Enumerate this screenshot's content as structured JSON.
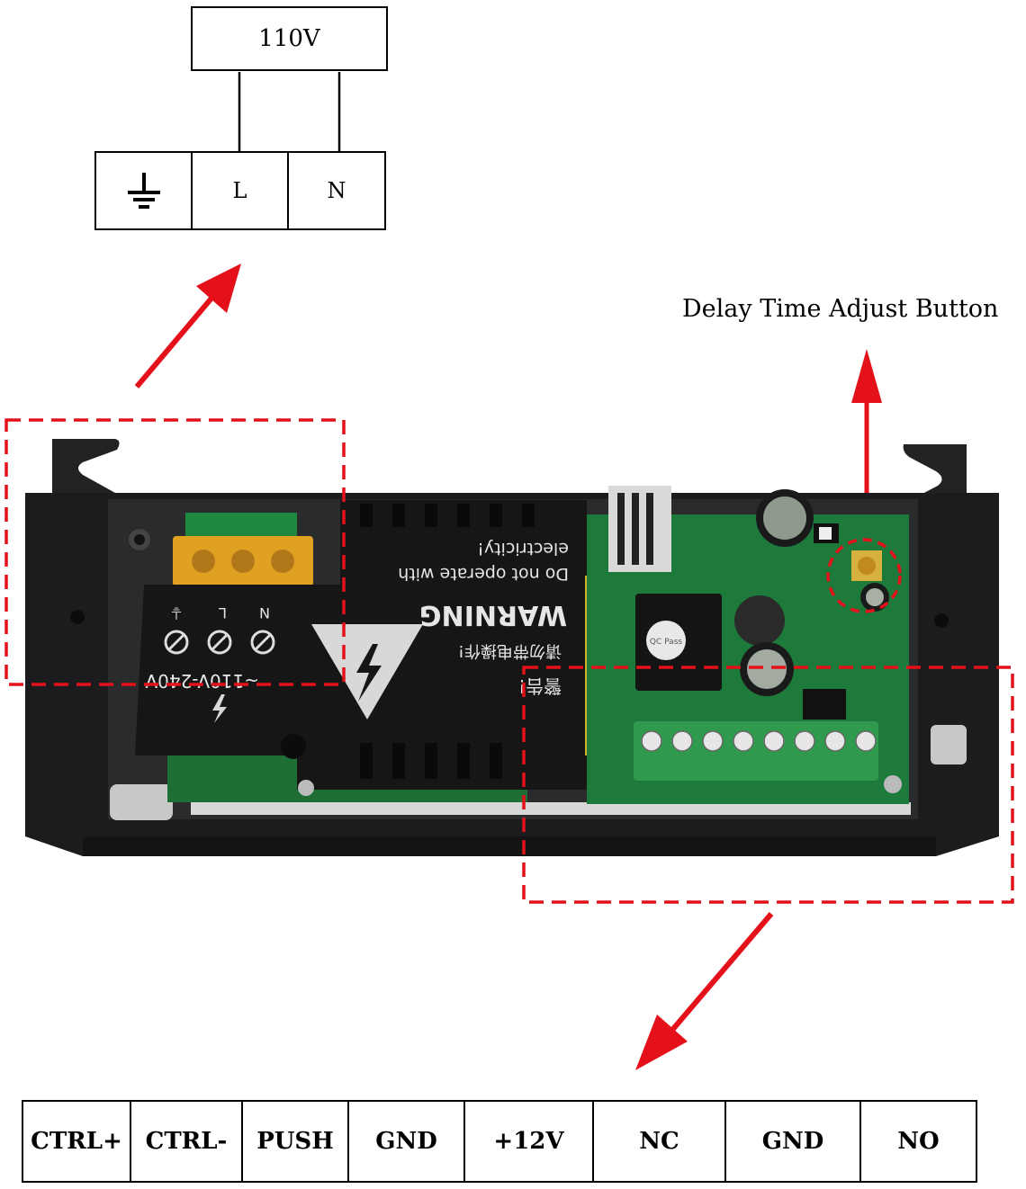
{
  "power_source": {
    "label": "110V"
  },
  "input_terminals": [
    {
      "label": ""
    },
    {
      "label": "L"
    },
    {
      "label": "N"
    }
  ],
  "board_silkscreen": {
    "warning_title": "WARNING",
    "warning_line1": "Do not operate with",
    "warning_line2": "electricity!",
    "chinese_warning": "请勿带电操作!",
    "chinese_alert": "警告!",
    "voltage_range": "~110V-240V",
    "terminal_labels": [
      "N",
      "L",
      "⏚"
    ],
    "relay_text": "QC Pass"
  },
  "annotation": {
    "delay_button": "Delay Time Adjust Button"
  },
  "output_terminals": [
    {
      "label": "CTRL+"
    },
    {
      "label": "CTRL-"
    },
    {
      "label": "PUSH"
    },
    {
      "label": "GND"
    },
    {
      "label": "+12V"
    },
    {
      "label": "NC"
    },
    {
      "label": "GND"
    },
    {
      "label": "NO"
    }
  ],
  "colors": {
    "arrow": "#e4111a",
    "highlight": "#e4111a",
    "enclosure": "#1f1f21",
    "pcb": "#1d7a3a",
    "module": "#151515",
    "terminal_block": "#2f9a4e"
  }
}
